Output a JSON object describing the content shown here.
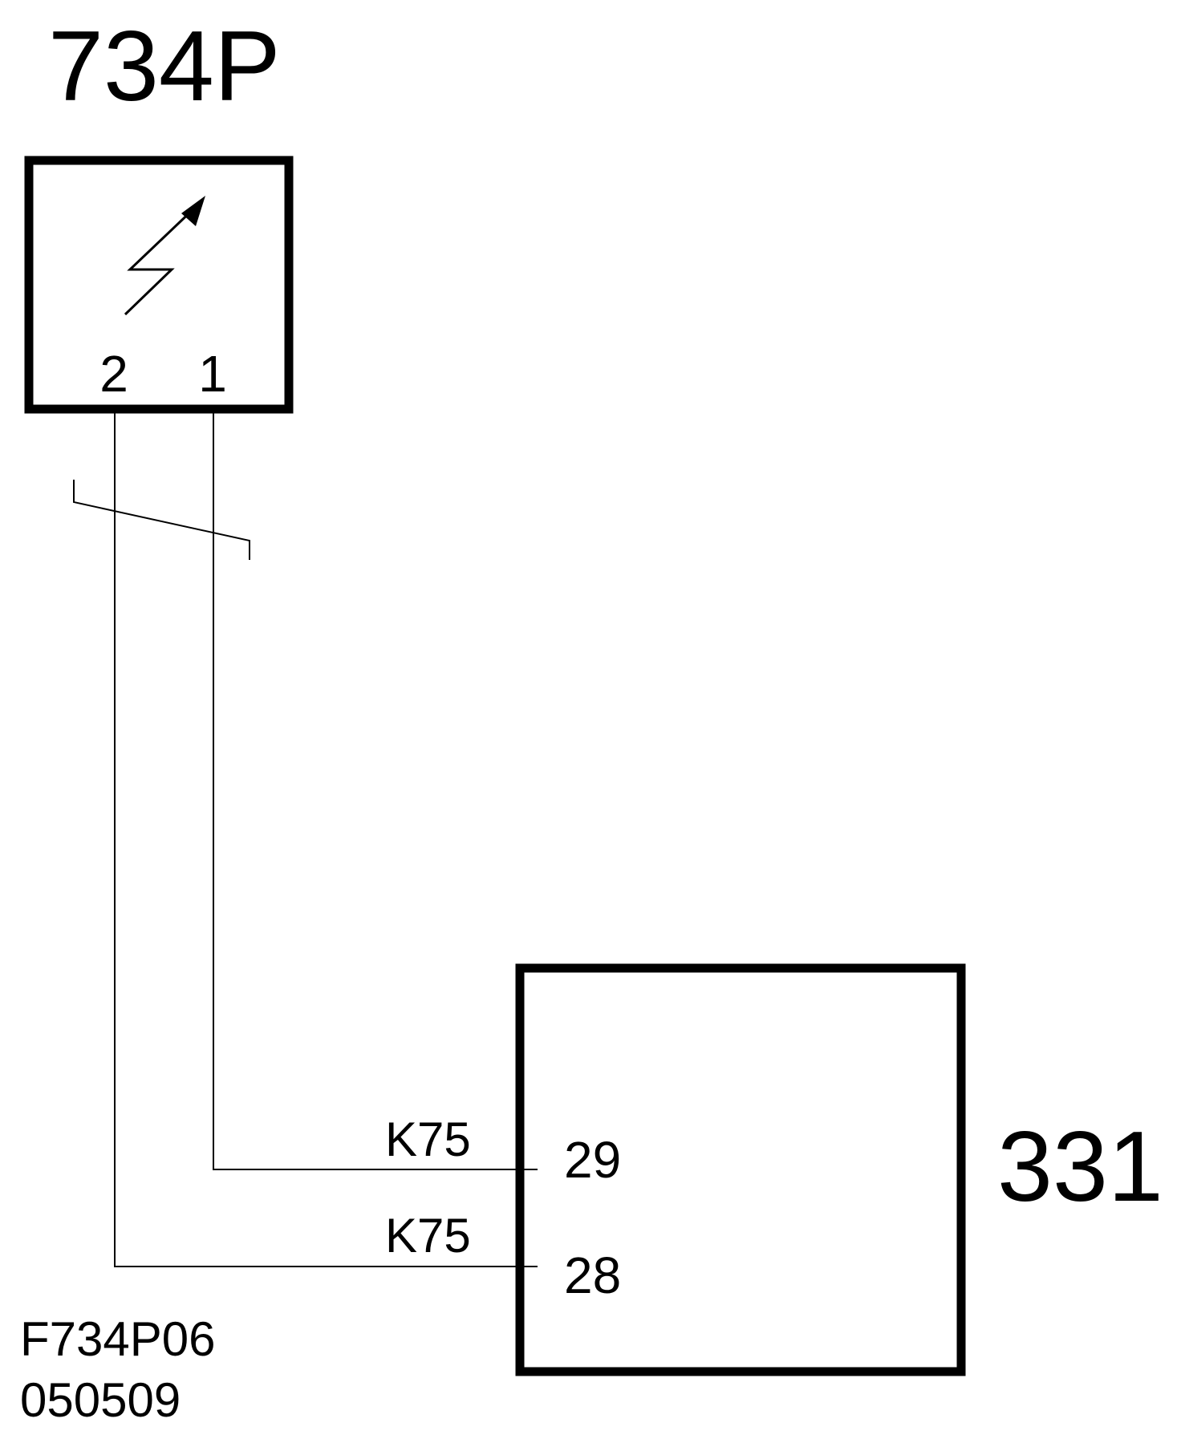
{
  "components": {
    "sensor": {
      "id": "734P",
      "pins": [
        "2",
        "1"
      ]
    },
    "unit": {
      "id": "331",
      "pins": [
        "29",
        "28"
      ]
    }
  },
  "wires": [
    {
      "label": "K75",
      "from_pin": "1",
      "to_pin": "29"
    },
    {
      "label": "K75",
      "from_pin": "2",
      "to_pin": "28"
    }
  ],
  "footer": {
    "drawing_code": "F734P06",
    "date_code": "050509"
  },
  "colors": {
    "line": "#000000",
    "background": "#ffffff"
  }
}
